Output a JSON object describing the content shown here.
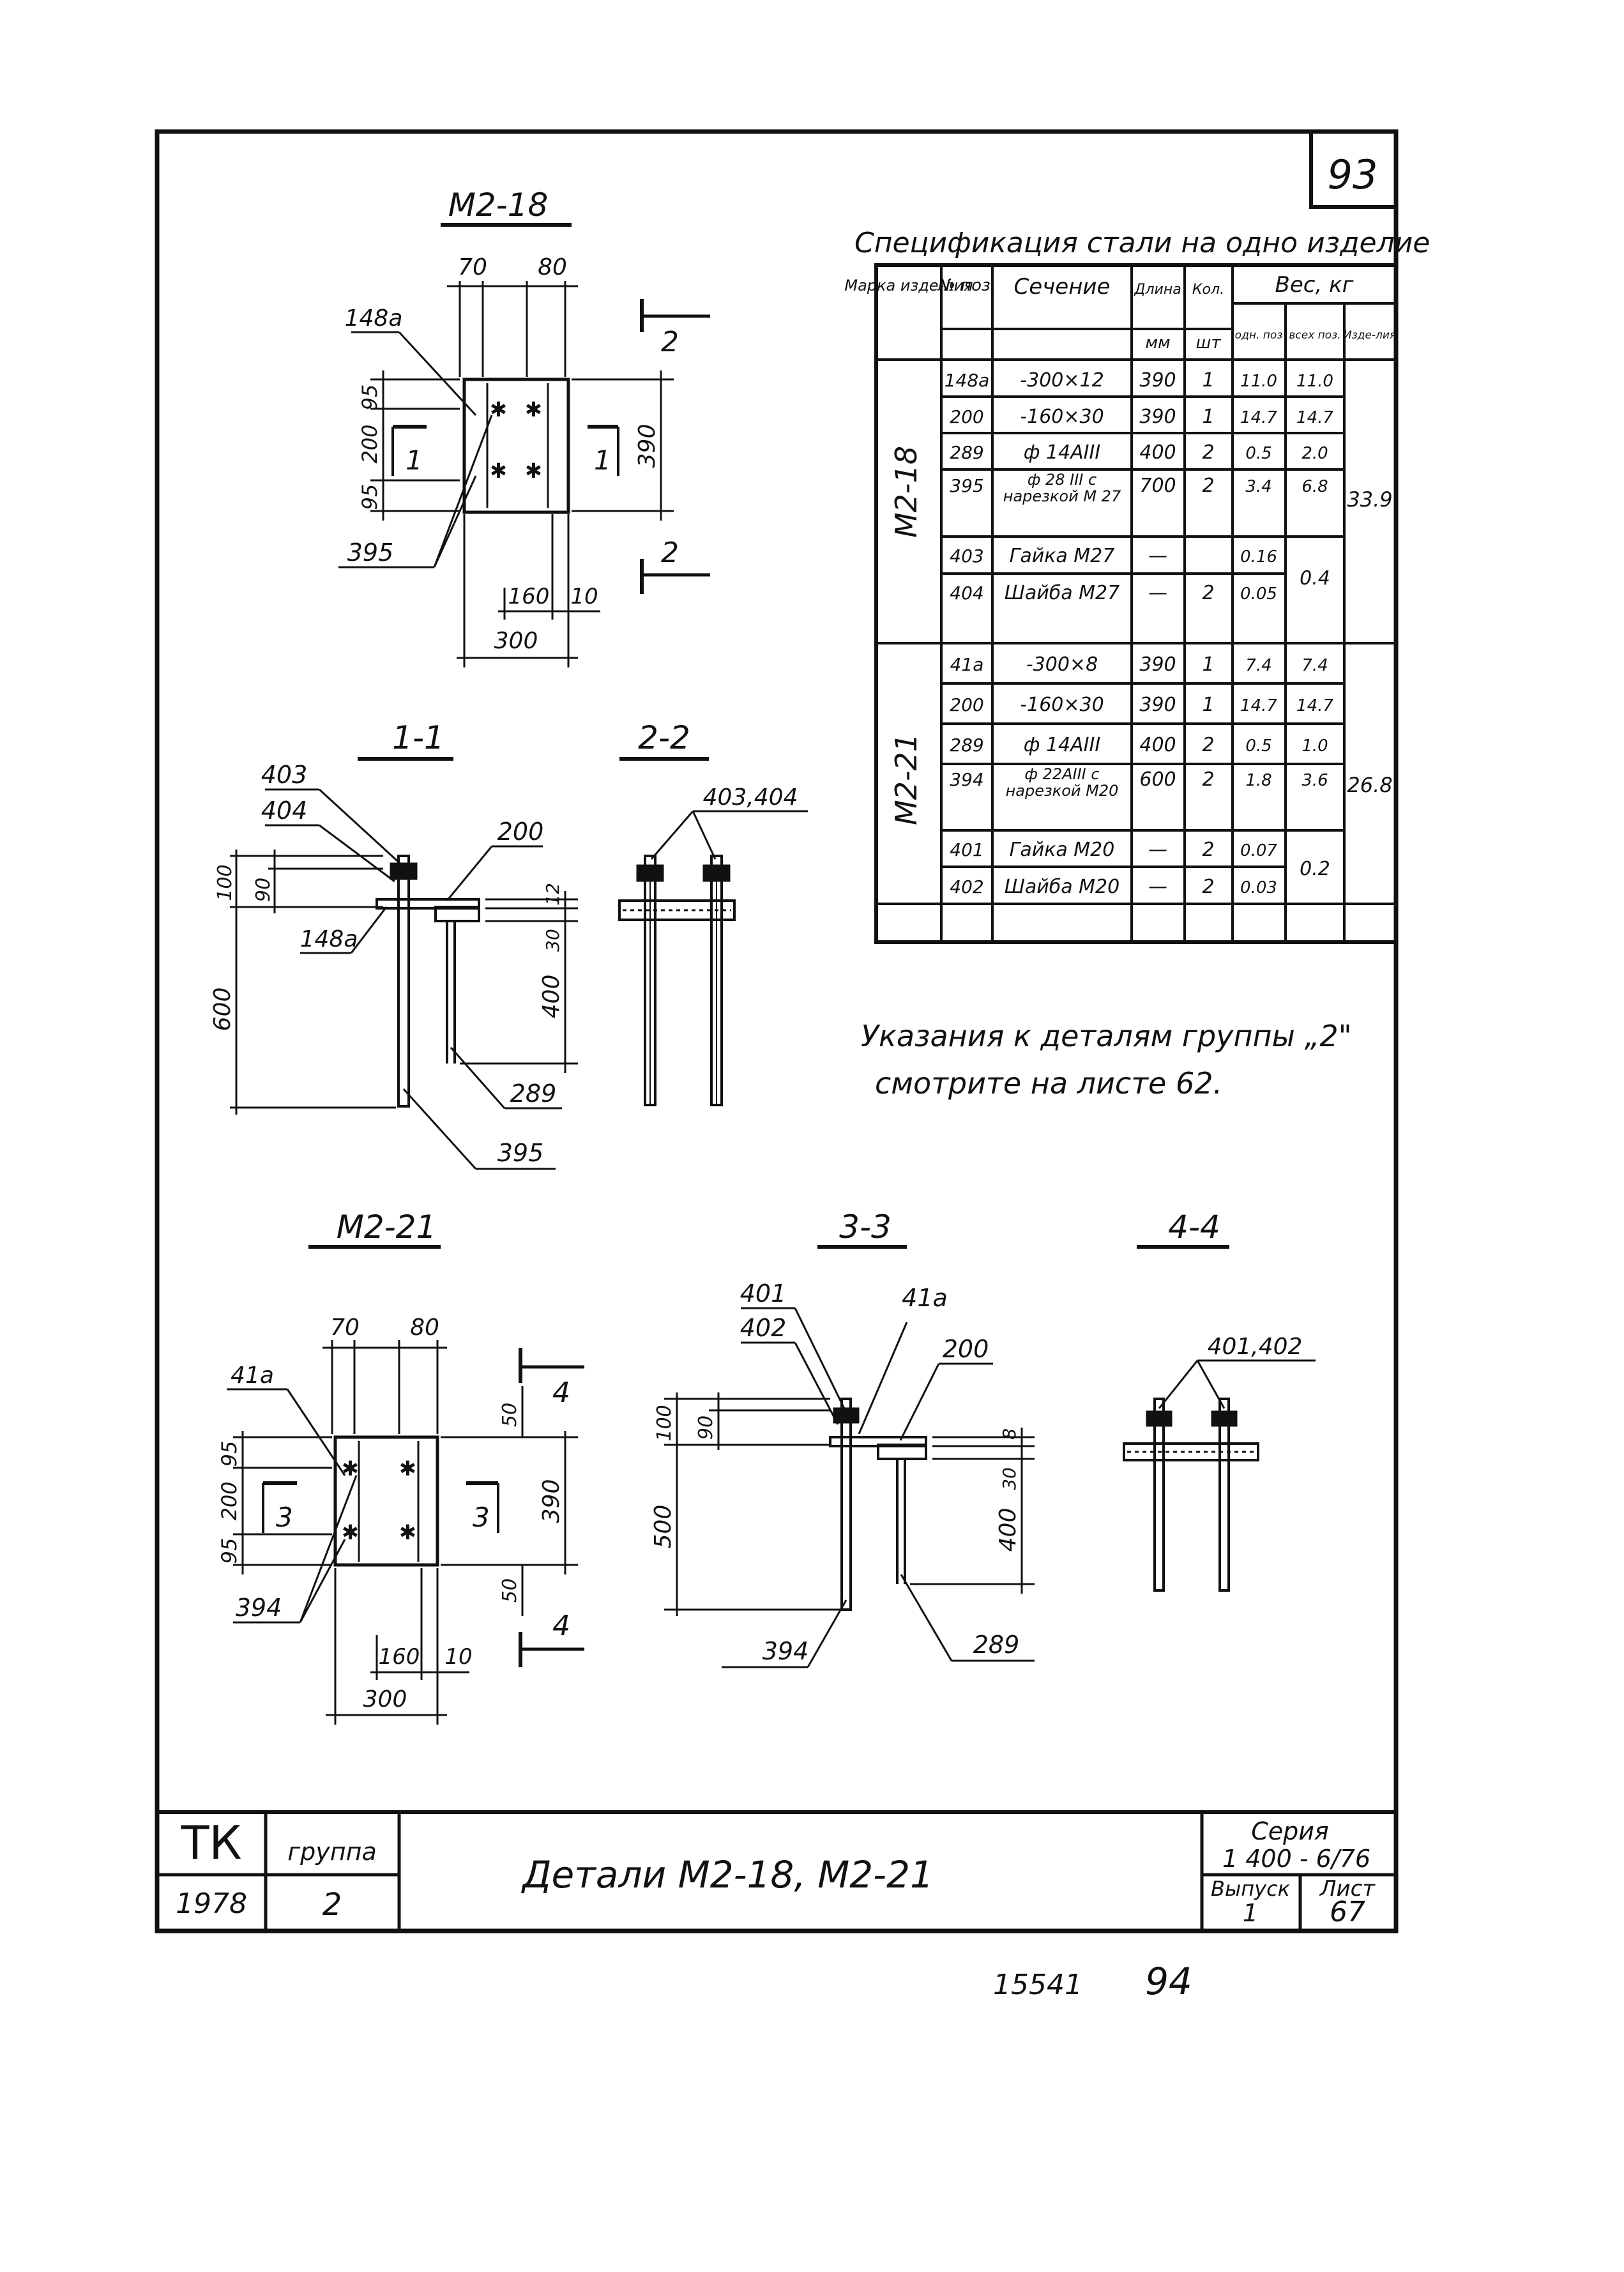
{
  "sheet_number": "93",
  "spec": {
    "title": "Спецификация стали на одно изделие",
    "headers": {
      "mark": "Марка изде-лия",
      "pos": "№ поз.",
      "section": "Сечение",
      "length": "Длина",
      "length_unit": "мм",
      "qty": "Кол.",
      "qty_unit": "шт",
      "weight": "Вес, кг",
      "w_one": "одн. поз",
      "w_all": "всех поз.",
      "w_item": "Изде-лия"
    },
    "groups": [
      {
        "mark": "М2-18",
        "total": "33.9",
        "rows": [
          {
            "pos": "148а",
            "section": "-300×12",
            "len": "390",
            "qty": "1",
            "w1": "11.0",
            "wa": "11.0"
          },
          {
            "pos": "200",
            "section": "-160×30",
            "len": "390",
            "qty": "1",
            "w1": "14.7",
            "wa": "14.7"
          },
          {
            "pos": "289",
            "section": "ф 14AIII",
            "len": "400",
            "qty": "2",
            "w1": "0.5",
            "wa": "2.0"
          },
          {
            "pos": "395",
            "section": "ф 28 III с нарезкой М 27",
            "len": "700",
            "qty": "2",
            "w1": "3.4",
            "wa": "6.8"
          },
          {
            "pos": "403",
            "section": "Гайка М27",
            "len": "—",
            "qty": "",
            "w1": "0.16",
            "wa": "0.4"
          },
          {
            "pos": "404",
            "section": "Шайба М27",
            "len": "—",
            "qty": "2",
            "w1": "0.05",
            "wa": ""
          }
        ]
      },
      {
        "mark": "М2-21",
        "total": "26.8",
        "rows": [
          {
            "pos": "41а",
            "section": "-300×8",
            "len": "390",
            "qty": "1",
            "w1": "7.4",
            "wa": "7.4"
          },
          {
            "pos": "200",
            "section": "-160×30",
            "len": "390",
            "qty": "1",
            "w1": "14.7",
            "wa": "14.7"
          },
          {
            "pos": "289",
            "section": "ф 14AIII",
            "len": "400",
            "qty": "2",
            "w1": "0.5",
            "wa": "1.0"
          },
          {
            "pos": "394",
            "section": "ф 22AIII с нарезкой М20",
            "len": "600",
            "qty": "2",
            "w1": "1.8",
            "wa": "3.6"
          },
          {
            "pos": "401",
            "section": "Гайка М20",
            "len": "—",
            "qty": "2",
            "w1": "0.07",
            "wa": "0.2"
          },
          {
            "pos": "402",
            "section": "Шайба М20",
            "len": "—",
            "qty": "2",
            "w1": "0.03",
            "wa": ""
          }
        ]
      }
    ]
  },
  "note": {
    "line1": "Указания к деталям группы „2\"",
    "line2": "смотрите на листе 62."
  },
  "views": {
    "m218": {
      "title": "М2-18",
      "d70": "70",
      "d80": "80",
      "d148": "148а",
      "d95a": "95",
      "d200": "200",
      "d95b": "95",
      "d390": "390",
      "d395": "395",
      "d160": "160",
      "d10": "10",
      "d300": "300",
      "cut1": "1",
      "cut2": "2"
    },
    "s11": {
      "title": "1-1",
      "p403": "403",
      "p404": "404",
      "p200": "200",
      "d100": "100",
      "d90": "90",
      "d12": "12",
      "p148": "148а",
      "d30": "30",
      "d600": "600",
      "d400": "400",
      "p289": "289",
      "p395": "395"
    },
    "s22": {
      "title": "2-2",
      "p": "403,404"
    },
    "m221": {
      "title": "М2-21",
      "d70": "70",
      "d80": "80",
      "d41": "41а",
      "d95a": "95",
      "d200": "200",
      "d95b": "95",
      "d390": "390",
      "d50a": "50",
      "d50b": "50",
      "d394": "394",
      "d160": "160",
      "d10": "10",
      "d300": "300",
      "cut3": "3",
      "cut4": "4"
    },
    "s33": {
      "title": "3-3",
      "p401": "401",
      "p41": "41а",
      "p402": "402",
      "p200": "200",
      "d100": "100",
      "d90": "90",
      "d8": "8",
      "d500": "500",
      "d30": "30",
      "d400": "400",
      "p394": "394",
      "p289": "289"
    },
    "s44": {
      "title": "4-4",
      "p": "401,402"
    }
  },
  "title_block": {
    "tk": "ТК",
    "group_label": "группа",
    "year": "1978",
    "group": "2",
    "title": "Детали М2-18, М2-21",
    "series_label": "Серия",
    "series": "1 400 - 6/76",
    "issue_label": "Выпуск",
    "issue": "1",
    "sheet_label": "Лист",
    "sheet": "67"
  },
  "footer": {
    "archive": "15541",
    "page": "94"
  }
}
